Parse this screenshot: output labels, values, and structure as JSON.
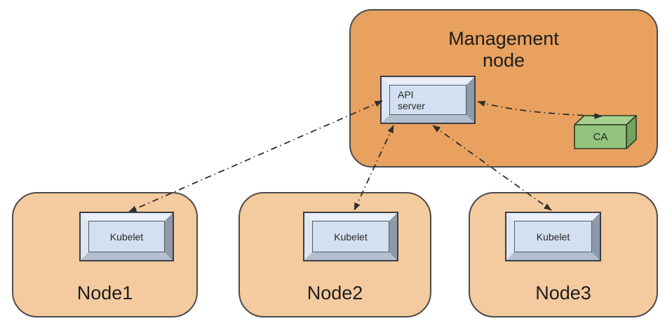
{
  "diagram": {
    "management_node": {
      "label": "Management node",
      "components": [
        {
          "label": "API server"
        },
        {
          "label": "CA"
        }
      ]
    },
    "worker_nodes": [
      {
        "label": "Node1",
        "component": "Kubelet"
      },
      {
        "label": "Node2",
        "component": "Kubelet"
      },
      {
        "label": "Node3",
        "component": "Kubelet"
      }
    ],
    "edges": [
      {
        "from": "Kubelet (Node1)",
        "to": "API server",
        "bidirectional": true,
        "style": "dash-dot"
      },
      {
        "from": "Kubelet (Node2)",
        "to": "API server",
        "bidirectional": true,
        "style": "dash-dot"
      },
      {
        "from": "Kubelet (Node3)",
        "to": "API server",
        "bidirectional": true,
        "style": "dash-dot"
      },
      {
        "from": "API server",
        "to": "CA",
        "bidirectional": true,
        "style": "dash-dot"
      }
    ],
    "colors": {
      "management-node-fill": "#e8a15f",
      "worker-node-fill": "#f4cb9e",
      "node-border": "#4b4b4b",
      "component-face": "#d3e0f1",
      "ca-front": "#93c47d",
      "ca-top": "#a7d18f",
      "ca-side": "#74a35a",
      "edge-color": "#2e2e2e",
      "text-color": "#1d1d1d"
    }
  }
}
